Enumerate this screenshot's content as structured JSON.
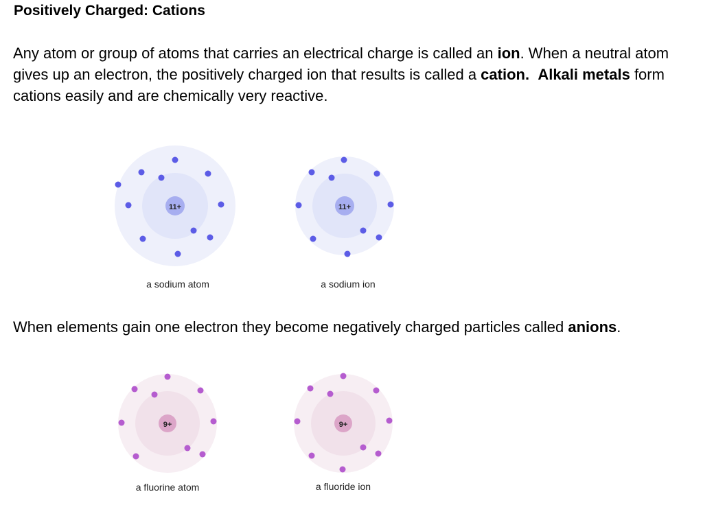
{
  "heading": "Positively Charged: Cations",
  "paragraph1": {
    "part1": "Any atom or group of atoms that carries an electrical charge is called an ",
    "ion": "ion",
    "part2": ". When a neutral atom gives up an electron, the positively charged ion that results is called a ",
    "cation": "cation.",
    "alkali": "Alkali metals",
    "part3": " form cations easily and are chemically very reactive."
  },
  "paragraph2": {
    "part1": "When elements gain one electron they become negatively charged particles called ",
    "anions": "anions",
    "part2": "."
  },
  "diagrams": {
    "sodium_atom": {
      "nucleus": "11+",
      "caption": "a sodium atom",
      "electron_count": 11
    },
    "sodium_ion": {
      "nucleus": "11+",
      "caption": "a sodium ion",
      "electron_count": 10
    },
    "fluorine_atom": {
      "nucleus": "9+",
      "caption": "a fluorine atom",
      "electron_count": 9
    },
    "fluoride_ion": {
      "nucleus": "9+",
      "caption": "a fluoride ion",
      "electron_count": 10
    }
  },
  "colors": {
    "sodium_electron": "#5c5ce6",
    "sodium_shell_outer": "#eef0fb",
    "sodium_shell_inner": "#e1e5f9",
    "sodium_nucleus": "#a7aef0",
    "fluorine_electron": "#b55ccf",
    "fluorine_shell_outer": "#f7eef3",
    "fluorine_shell_inner": "#f1e1ea",
    "fluorine_nucleus": "#dca5c8"
  }
}
